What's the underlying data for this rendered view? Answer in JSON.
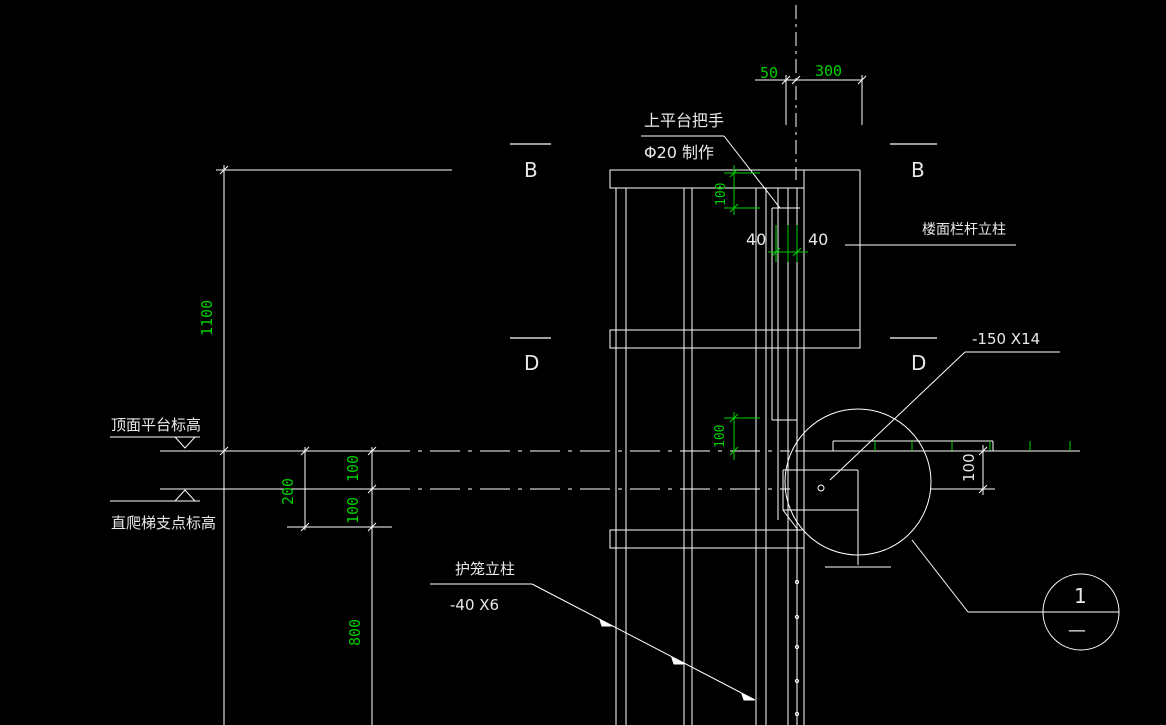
{
  "colors": {
    "background": "#000000",
    "line": "#ffffff",
    "dimension": "#00d000",
    "text": "#e8e8e8"
  },
  "section_marks": {
    "b_left": "B",
    "b_right": "B",
    "d_left": "D",
    "d_right": "D"
  },
  "labels": {
    "top_handrail_line1": "上平台把手",
    "top_handrail_line2": "Φ20 制作",
    "railing_post": "楼面栏杆立柱",
    "plate": "-150 X14",
    "top_platform_elev": "顶面平台标高",
    "ladder_support_elev": "直爬梯支点标高",
    "cage_post_line1": "护笼立柱",
    "cage_post_line2": "-40 X6"
  },
  "dimensions": {
    "top_50": "50",
    "top_300": "300",
    "d100_upper": "100",
    "d40_left": "40",
    "d40_right": "40",
    "d1100": "1100",
    "d100_mid": "100",
    "d100_right": "100",
    "d200": "200",
    "d100_a": "100",
    "d100_b": "100",
    "d800": "800"
  },
  "detail_callout": {
    "number": "1",
    "sheet": "—"
  }
}
